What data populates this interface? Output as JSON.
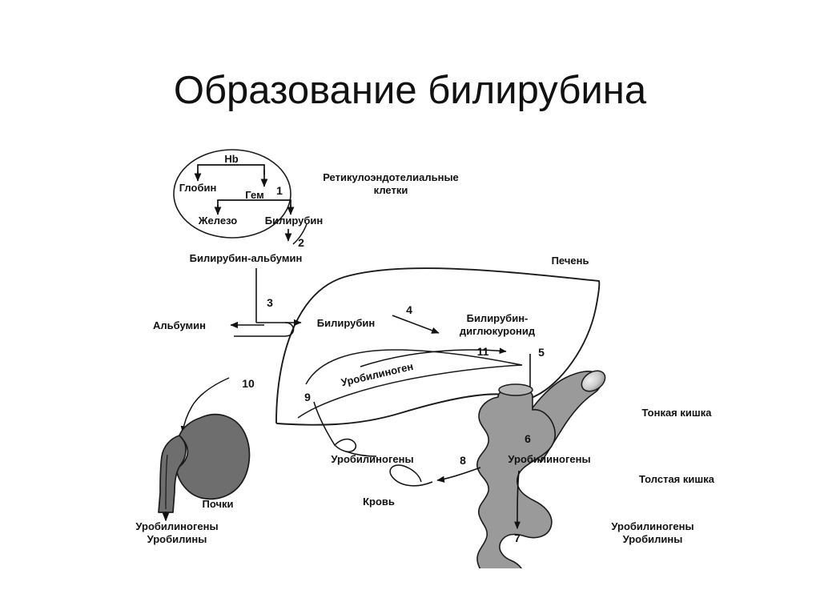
{
  "slide": {
    "title": "Образование билирубина",
    "background_color": "#ffffff",
    "ink_color": "#111111"
  },
  "diagram": {
    "type": "biological-pathway-diagram",
    "subject": "Метаболизм билирубина",
    "organ_colors": {
      "intestine_fill": "#9a9a9a",
      "kidney_fill": "#6e6e6e",
      "outline": "#1a1a1a"
    },
    "reticuloendothelial": {
      "region_label": "Ретикулоэндотелиальные клетки",
      "region_label_line1": "Ретикулоэндотелиальные",
      "region_label_line2": "клетки",
      "hb": "Hb",
      "globin": "Глобин",
      "heme": "Гем",
      "iron": "Железо",
      "bilirubin": "Билирубин",
      "step_number": "1"
    },
    "blood_transport": {
      "bilirubin_albumin": "Билирубин-альбумин",
      "step_number": "2"
    },
    "liver": {
      "organ_label": "Печень",
      "albumin": "Альбумин",
      "bilirubin": "Билирубин",
      "bilirubin_diglucuronide_line1": "Билирубин-",
      "bilirubin_diglucuronide_line2": "диглюкуронид",
      "urobilinogen": "Уробилиноген",
      "step_uptake": "3",
      "step_conjugation": "4",
      "step_excretion": "5",
      "step_enterohepatic": "9",
      "step_to_kidney": "10",
      "step_reconjugation": "11"
    },
    "intestine": {
      "small_intestine_label": "Тонкая кишка",
      "large_intestine_label": "Толстая кишка",
      "urobilinogens": "Уробилиногены",
      "step_formation": "6",
      "step_feces": "7",
      "feces_line1": "Уробилиногены",
      "feces_line2": "Уробилины"
    },
    "blood": {
      "blood_label": "Кровь",
      "urobilinogens": "Уробилиногены",
      "step_absorption": "8"
    },
    "kidney": {
      "organ_label": "Почки",
      "urine_line1": "Уробилиногены",
      "urine_line2": "Уробилины"
    }
  }
}
